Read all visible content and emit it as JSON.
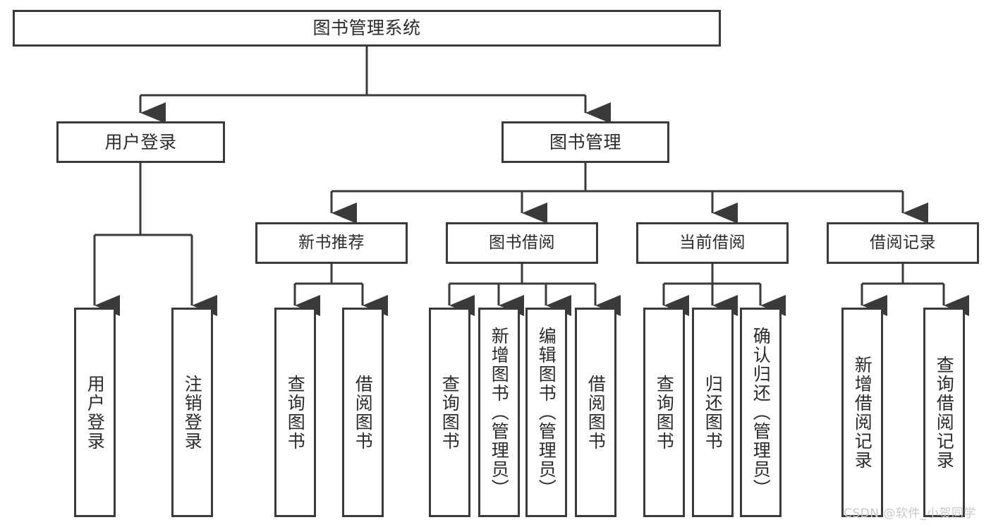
{
  "diagram": {
    "type": "tree-hierarchy",
    "title": "图书管理系统",
    "orientation": "top-down",
    "colors": {
      "box_border": "#3a3a3a",
      "box_fill": "#ffffff",
      "edge": "#3a3a3a",
      "text": "#2b2b2b",
      "watermark": "#c9c9c9",
      "background": "#ffffff"
    },
    "root": {
      "label": "图书管理系统"
    },
    "level2": [
      {
        "id": "user-login",
        "label": "用户登录"
      },
      {
        "id": "book-manage",
        "label": "图书管理"
      }
    ],
    "level3": [
      {
        "id": "new-book-recommend",
        "label": "新书推荐",
        "parent": "book-manage"
      },
      {
        "id": "book-borrow",
        "label": "图书借阅",
        "parent": "book-manage"
      },
      {
        "id": "current-borrow",
        "label": "当前借阅",
        "parent": "book-manage"
      },
      {
        "id": "borrow-record",
        "label": "借阅记录",
        "parent": "book-manage"
      }
    ],
    "leaves": [
      {
        "id": "leaf-user-login",
        "label": "用户登录",
        "parent": "user-login"
      },
      {
        "id": "leaf-user-logout",
        "label": "注销登录",
        "parent": "user-login"
      },
      {
        "id": "leaf-query-book-1",
        "label": "查询图书",
        "parent": "new-book-recommend"
      },
      {
        "id": "leaf-borrow-book-1",
        "label": "借阅图书",
        "parent": "new-book-recommend"
      },
      {
        "id": "leaf-query-book-2",
        "label": "查询图书",
        "parent": "book-borrow"
      },
      {
        "id": "leaf-add-book",
        "label": "新增图书（管理员）",
        "parent": "book-borrow"
      },
      {
        "id": "leaf-edit-book",
        "label": "编辑图书（管理员）",
        "parent": "book-borrow"
      },
      {
        "id": "leaf-borrow-book-2",
        "label": "借阅图书",
        "parent": "book-borrow"
      },
      {
        "id": "leaf-query-book-3",
        "label": "查询图书",
        "parent": "current-borrow"
      },
      {
        "id": "leaf-return-book",
        "label": "归还图书",
        "parent": "current-borrow"
      },
      {
        "id": "leaf-confirm-return",
        "label": "确认归还（管理员）",
        "parent": "current-borrow"
      },
      {
        "id": "leaf-add-record",
        "label": "新增借阅记录",
        "parent": "borrow-record"
      },
      {
        "id": "leaf-query-record",
        "label": "查询借阅记录",
        "parent": "borrow-record"
      }
    ]
  },
  "watermark": {
    "text": "CSDN @软件_小贺同学"
  }
}
